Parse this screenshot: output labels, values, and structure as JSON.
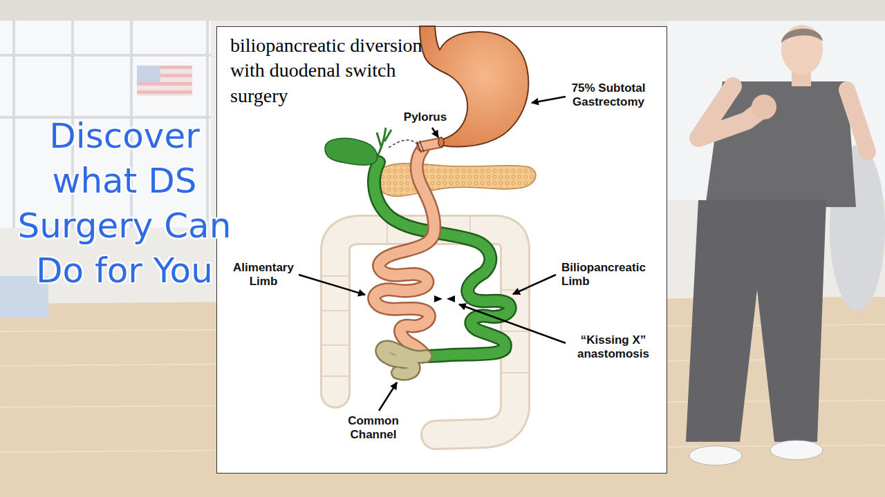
{
  "diagram": {
    "title": "biliopancreatic diversion with duodenal switch surgery",
    "labels": [
      "Discover what DS Surgery Can Do for You",
      "Pylorus",
      "75% Subtotal Gastrectomy",
      "Alimentary Limb",
      "Biliopancreatic Limb",
      "“Kissing X” anastomosis",
      "Common Channel"
    ]
  }
}
